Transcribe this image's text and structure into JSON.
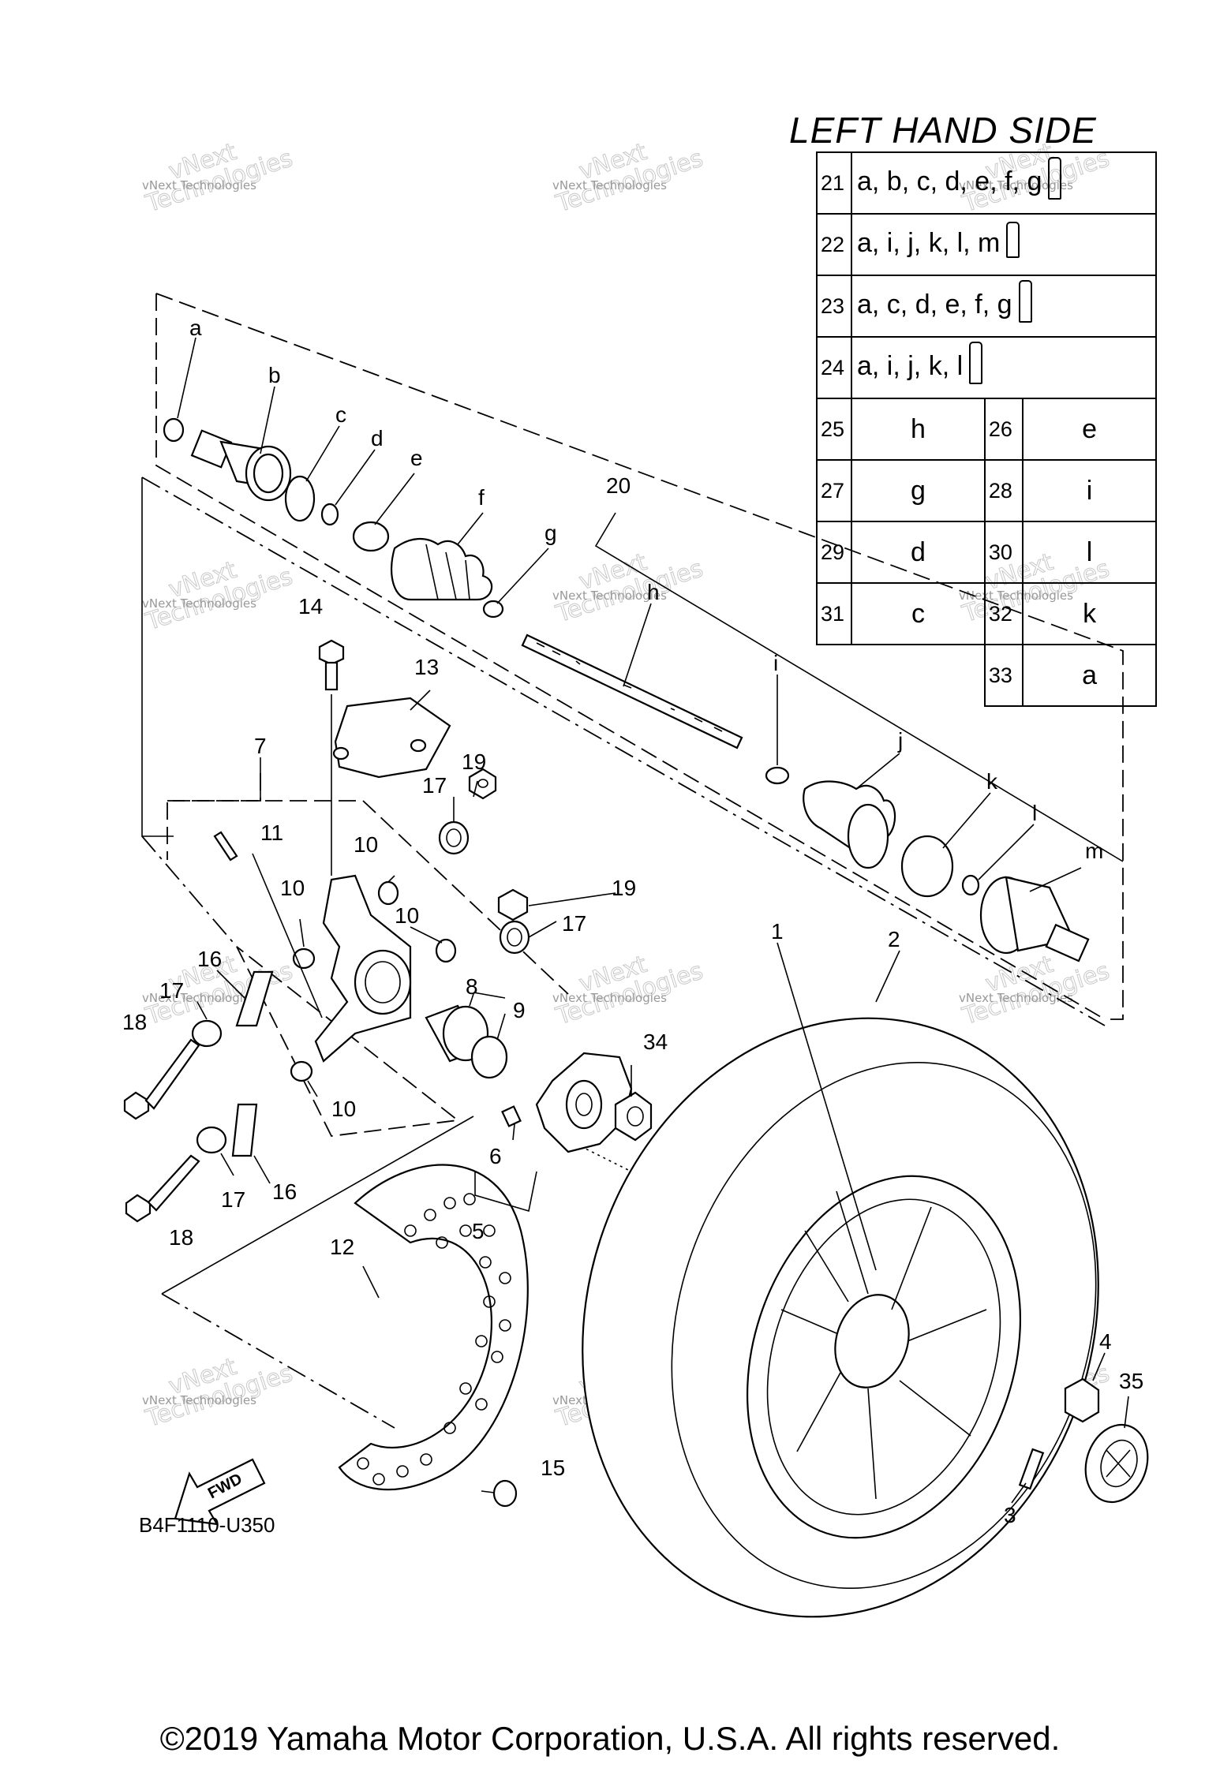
{
  "diagram": {
    "section_title": "LEFT HAND SIDE",
    "figure_code": "B4F1110-U350",
    "copyright": "©2019 Yamaha Motor Corporation, U.S.A. All rights reserved.",
    "watermark": {
      "line1": "vNext",
      "line2": "Technologies",
      "small": "vNext Technologies"
    },
    "fwd_label": "FWD",
    "kit_table": {
      "wide_rows": [
        {
          "num": "21",
          "parts": "a, b, c, d, e, f, g"
        },
        {
          "num": "22",
          "parts": "a, i, j, k, l, m"
        },
        {
          "num": "23",
          "parts": "a, c, d, e, f, g"
        },
        {
          "num": "24",
          "parts": "a, i, j, k, l"
        }
      ],
      "pair_rows": [
        {
          "num1": "25",
          "val1": "h",
          "num2": "26",
          "val2": "e"
        },
        {
          "num1": "27",
          "val1": "g",
          "num2": "28",
          "val2": "i"
        },
        {
          "num1": "29",
          "val1": "d",
          "num2": "30",
          "val2": "l"
        },
        {
          "num1": "31",
          "val1": "c",
          "num2": "32",
          "val2": "k"
        },
        {
          "num1": "",
          "val1": "",
          "num2": "33",
          "val2": "a"
        }
      ]
    },
    "callouts": {
      "n1": "1",
      "n2": "2",
      "n3": "3",
      "n4": "4",
      "n5": "5",
      "n6": "6",
      "n7": "7",
      "n8": "8",
      "n9": "9",
      "n10": "10",
      "n11": "11",
      "n12": "12",
      "n13": "13",
      "n14": "14",
      "n15": "15",
      "n16": "16",
      "n17": "17",
      "n18": "18",
      "n19": "19",
      "n20": "20",
      "n34": "34",
      "n35": "35",
      "la": "a",
      "lb": "b",
      "lc": "c",
      "ld": "d",
      "le": "e",
      "lf": "f",
      "lg": "g",
      "lh": "h",
      "li": "i",
      "lj": "j",
      "lk": "k",
      "ll": "l",
      "lm": "m"
    }
  }
}
